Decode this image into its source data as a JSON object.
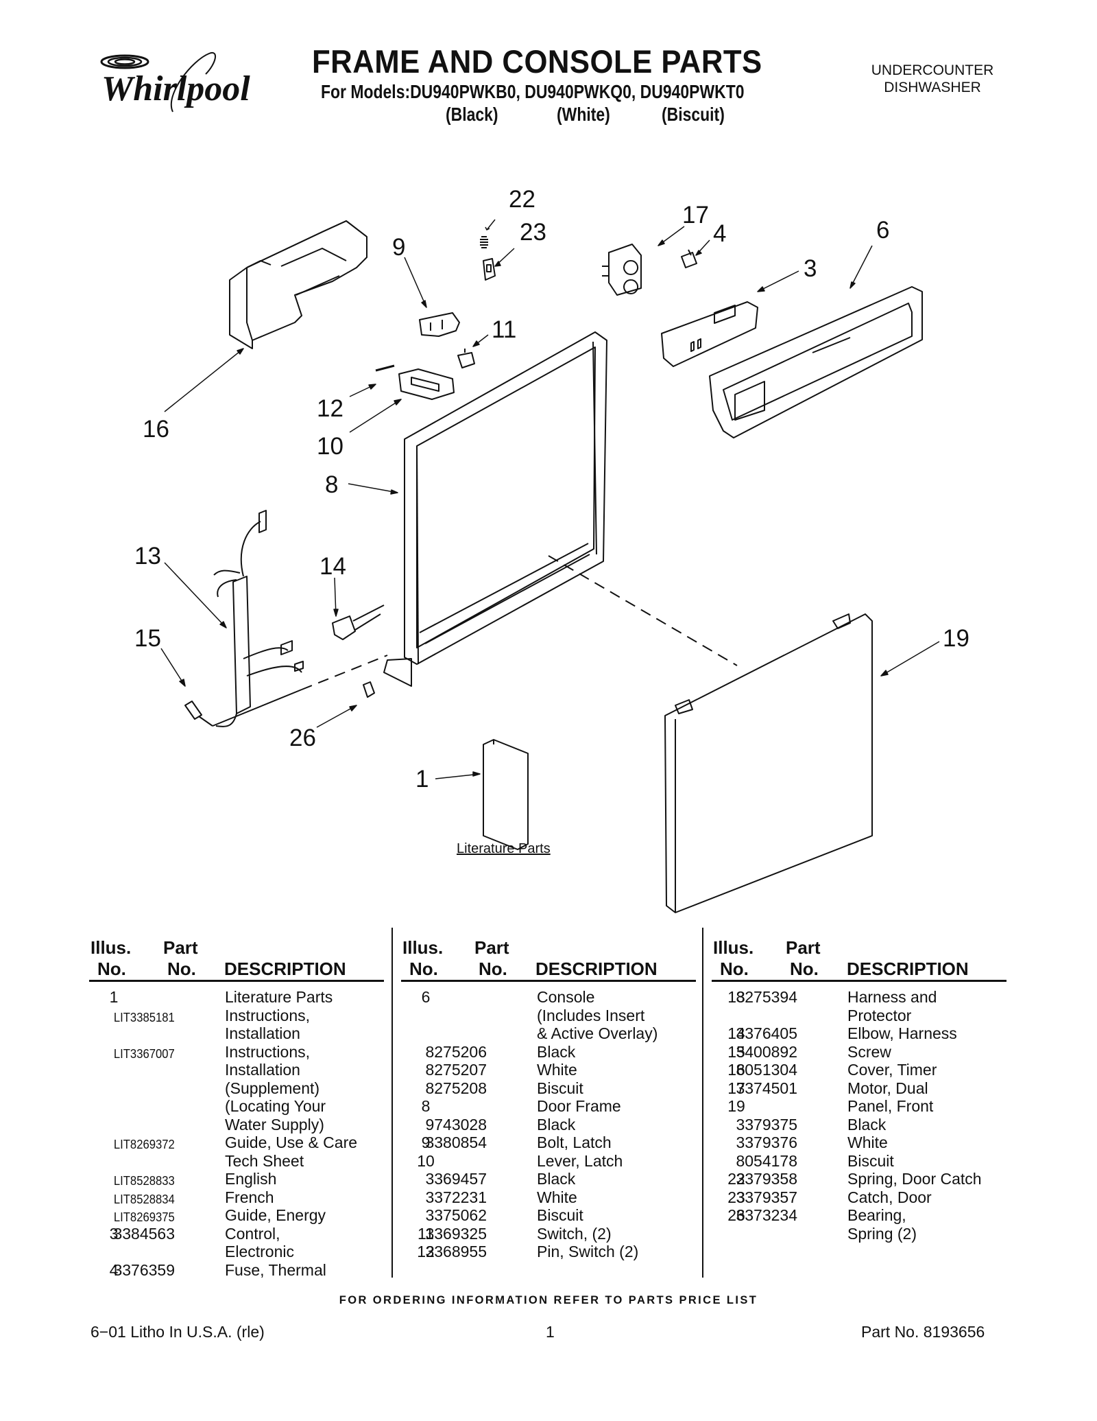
{
  "header": {
    "brand": "Whirlpool",
    "title": "FRAME AND CONSOLE PARTS",
    "models_line": "For Models:DU940PWKB0, DU940PWKQ0, DU940PWKT0",
    "variants": [
      "(Black)",
      "(White)",
      "(Biscuit)"
    ],
    "product_line1": "UNDERCOUNTER",
    "product_line2": "DISHWASHER"
  },
  "diagram": {
    "callouts": [
      "22",
      "23",
      "9",
      "11",
      "17",
      "4",
      "6",
      "3",
      "16",
      "12",
      "10",
      "8",
      "13",
      "14",
      "15",
      "26",
      "19",
      "1"
    ],
    "literature_label": "Literature Parts"
  },
  "table": {
    "headers": {
      "illus": "Illus.",
      "no": "No.",
      "part": "Part",
      "part_no": "No.",
      "description": "DESCRIPTION"
    },
    "columns": [
      [
        {
          "illus": "1",
          "part": "",
          "desc": "Literature Parts"
        },
        {
          "illus": "",
          "part": "LIT3385181",
          "desc": "Instructions,"
        },
        {
          "illus": "",
          "part": "",
          "desc": "Installation"
        },
        {
          "illus": "",
          "part": "LIT3367007",
          "desc": "Instructions,"
        },
        {
          "illus": "",
          "part": "",
          "desc": "Installation"
        },
        {
          "illus": "",
          "part": "",
          "desc": "(Supplement)"
        },
        {
          "illus": "",
          "part": "",
          "desc": "(Locating Your"
        },
        {
          "illus": "",
          "part": "",
          "desc": "Water Supply)"
        },
        {
          "illus": "",
          "part": "LIT8269372",
          "desc": "Guide, Use & Care"
        },
        {
          "illus": "",
          "part": "",
          "desc": "Tech Sheet"
        },
        {
          "illus": "",
          "part": "LIT8528833",
          "desc": "English"
        },
        {
          "illus": "",
          "part": "LIT8528834",
          "desc": "French"
        },
        {
          "illus": "",
          "part": "LIT8269375",
          "desc": "Guide, Energy"
        },
        {
          "illus": "3",
          "part": "3384563",
          "desc": "Control,"
        },
        {
          "illus": "",
          "part": "",
          "desc": "Electronic"
        },
        {
          "illus": "4",
          "part": "3376359",
          "desc": "Fuse, Thermal"
        }
      ],
      [
        {
          "illus": "6",
          "part": "",
          "desc": "Console"
        },
        {
          "illus": "",
          "part": "",
          "desc": "(Includes Insert"
        },
        {
          "illus": "",
          "part": "",
          "desc": "& Active Overlay)"
        },
        {
          "illus": "",
          "part": "8275206",
          "desc": "Black"
        },
        {
          "illus": "",
          "part": "8275207",
          "desc": "White"
        },
        {
          "illus": "",
          "part": "8275208",
          "desc": "Biscuit"
        },
        {
          "illus": "8",
          "part": "",
          "desc": "Door Frame"
        },
        {
          "illus": "",
          "part": "9743028",
          "desc": "Black"
        },
        {
          "illus": "9",
          "part": "3380854",
          "desc": "Bolt, Latch"
        },
        {
          "illus": "10",
          "part": "",
          "desc": "Lever, Latch"
        },
        {
          "illus": "",
          "part": "3369457",
          "desc": "Black"
        },
        {
          "illus": "",
          "part": "3372231",
          "desc": "White"
        },
        {
          "illus": "",
          "part": "3375062",
          "desc": "Biscuit"
        },
        {
          "illus": "11",
          "part": "3369325",
          "desc": "Switch, (2)"
        },
        {
          "illus": "12",
          "part": "3368955",
          "desc": "Pin, Switch (2)"
        }
      ],
      [
        {
          "illus": "13",
          "part": "8275394",
          "desc": "Harness and"
        },
        {
          "illus": "",
          "part": "",
          "desc": "Protector"
        },
        {
          "illus": "14",
          "part": "3376405",
          "desc": "Elbow, Harness"
        },
        {
          "illus": "15",
          "part": "3400892",
          "desc": "Screw"
        },
        {
          "illus": "16",
          "part": "8051304",
          "desc": "Cover, Timer"
        },
        {
          "illus": "17",
          "part": "3374501",
          "desc": "Motor, Dual"
        },
        {
          "illus": "19",
          "part": "",
          "desc": "Panel, Front"
        },
        {
          "illus": "",
          "part": "3379375",
          "desc": "Black"
        },
        {
          "illus": "",
          "part": "3379376",
          "desc": "White"
        },
        {
          "illus": "",
          "part": "8054178",
          "desc": "Biscuit"
        },
        {
          "illus": "22",
          "part": "3379358",
          "desc": "Spring, Door Catch"
        },
        {
          "illus": "23",
          "part": "3379357",
          "desc": "Catch, Door"
        },
        {
          "illus": "26",
          "part": "3373234",
          "desc": "Bearing,"
        },
        {
          "illus": "",
          "part": "",
          "desc": "Spring (2)"
        }
      ]
    ]
  },
  "footer": {
    "ordering_note": "FOR ORDERING INFORMATION REFER TO PARTS PRICE LIST",
    "left": "6−01 Litho In U.S.A. (rle)",
    "page": "1",
    "part_no": "Part No. 8193656"
  }
}
